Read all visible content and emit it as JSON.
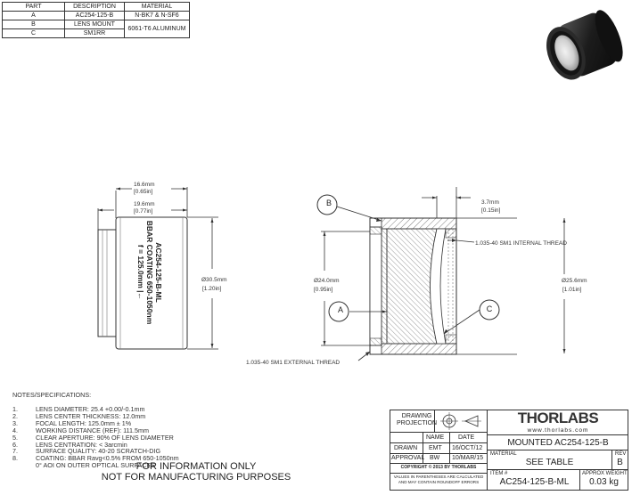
{
  "parts_table": {
    "headers": [
      "PART",
      "DESCRIPTION",
      "MATERIAL"
    ],
    "rows": [
      {
        "part": "A",
        "description": "AC254-125-B",
        "material": "N-BK7 & N-SF6"
      },
      {
        "part": "B",
        "description": "LENS MOUNT",
        "material": "6061-T6 ALUMINUM"
      },
      {
        "part": "C",
        "description": "SM1RR",
        "material": ""
      }
    ]
  },
  "side_view": {
    "dim_outer_width": "16.6mm",
    "dim_outer_width_in": "[0.65in]",
    "dim_total_width": "19.6mm",
    "dim_total_width_in": "[0.77in]",
    "dim_diameter": "Ø30.5mm",
    "dim_diameter_in": "[1.20in]",
    "engraving_line1": "AC254-125-B-ML",
    "engraving_line2": "BBAR COATING 650-1050nm",
    "engraving_line3": "f = 125.0mm |←"
  },
  "section_view": {
    "callout_a": "A",
    "callout_b": "B",
    "callout_c": "C",
    "dim_thread_depth": "3.7mm",
    "dim_thread_depth_in": "[0.15in]",
    "internal_thread": "1.035-40 SM1 INTERNAL THREAD",
    "external_thread": "1.035-40 SM1 EXTERNAL THREAD",
    "dim_clear": "Ø24.0mm",
    "dim_clear_in": "[0.95in]",
    "dim_od": "Ø25.6mm",
    "dim_od_in": "[1.01in]"
  },
  "notes": {
    "heading": "NOTES/SPECIFICATIONS:",
    "items": [
      {
        "num": "1.",
        "text": "LENS DIAMETER: 25.4 +0.00/-0.1mm"
      },
      {
        "num": "2.",
        "text": "LENS CENTER THICKNESS: 12.0mm"
      },
      {
        "num": "3.",
        "text": "FOCAL LENGTH: 125.0mm ± 1%"
      },
      {
        "num": "4.",
        "text": "WORKING DISTANCE (REF): 111.5mm"
      },
      {
        "num": "5.",
        "text": "CLEAR APERTURE: 90% OF LENS DIAMETER"
      },
      {
        "num": "6.",
        "text": "LENS CENTRATION: < 3arcmin"
      },
      {
        "num": "7.",
        "text": "SURFACE QUALITY: 40-20 SCRATCH-DIG"
      },
      {
        "num": "8.",
        "text": "COATING: BBAR Ravg<0.5% FROM 650-1050nm"
      },
      {
        "num": "",
        "text": "0° AOI ON OUTER OPTICAL SURFACES"
      }
    ],
    "disclaimer_line1": "FOR INFORMATION ONLY",
    "disclaimer_line2": "NOT FOR MANUFACTURING PURPOSES"
  },
  "title_block": {
    "drawing_projection": "DRAWING\nPROJECTION",
    "name_header": "NAME",
    "date_header": "DATE",
    "drawn_label": "DRAWN",
    "drawn_name": "EMT",
    "drawn_date": "16/OCT/12",
    "approval_label": "APPROVAL",
    "approval_name": "BW",
    "approval_date": "10/MAR/15",
    "copyright": "COPYRIGHT © 2013 BY THORLABS",
    "values_note": "VALUES IN PARENTHESES ARE CALCULATED AND MAY CONTAIN ROUNDOFF ERRORS",
    "brand": "THORLABS",
    "website": "www.thorlabs.com",
    "title": "MOUNTED AC254-125-B",
    "material_label": "MATERIAL",
    "material_value": "SEE TABLE",
    "rev_label": "REV",
    "rev_value": "B",
    "item_label": "ITEM #",
    "item_value": "AC254-125-B-ML",
    "weight_label": "APPROX WEIGHT",
    "weight_value": "0.03 kg"
  }
}
